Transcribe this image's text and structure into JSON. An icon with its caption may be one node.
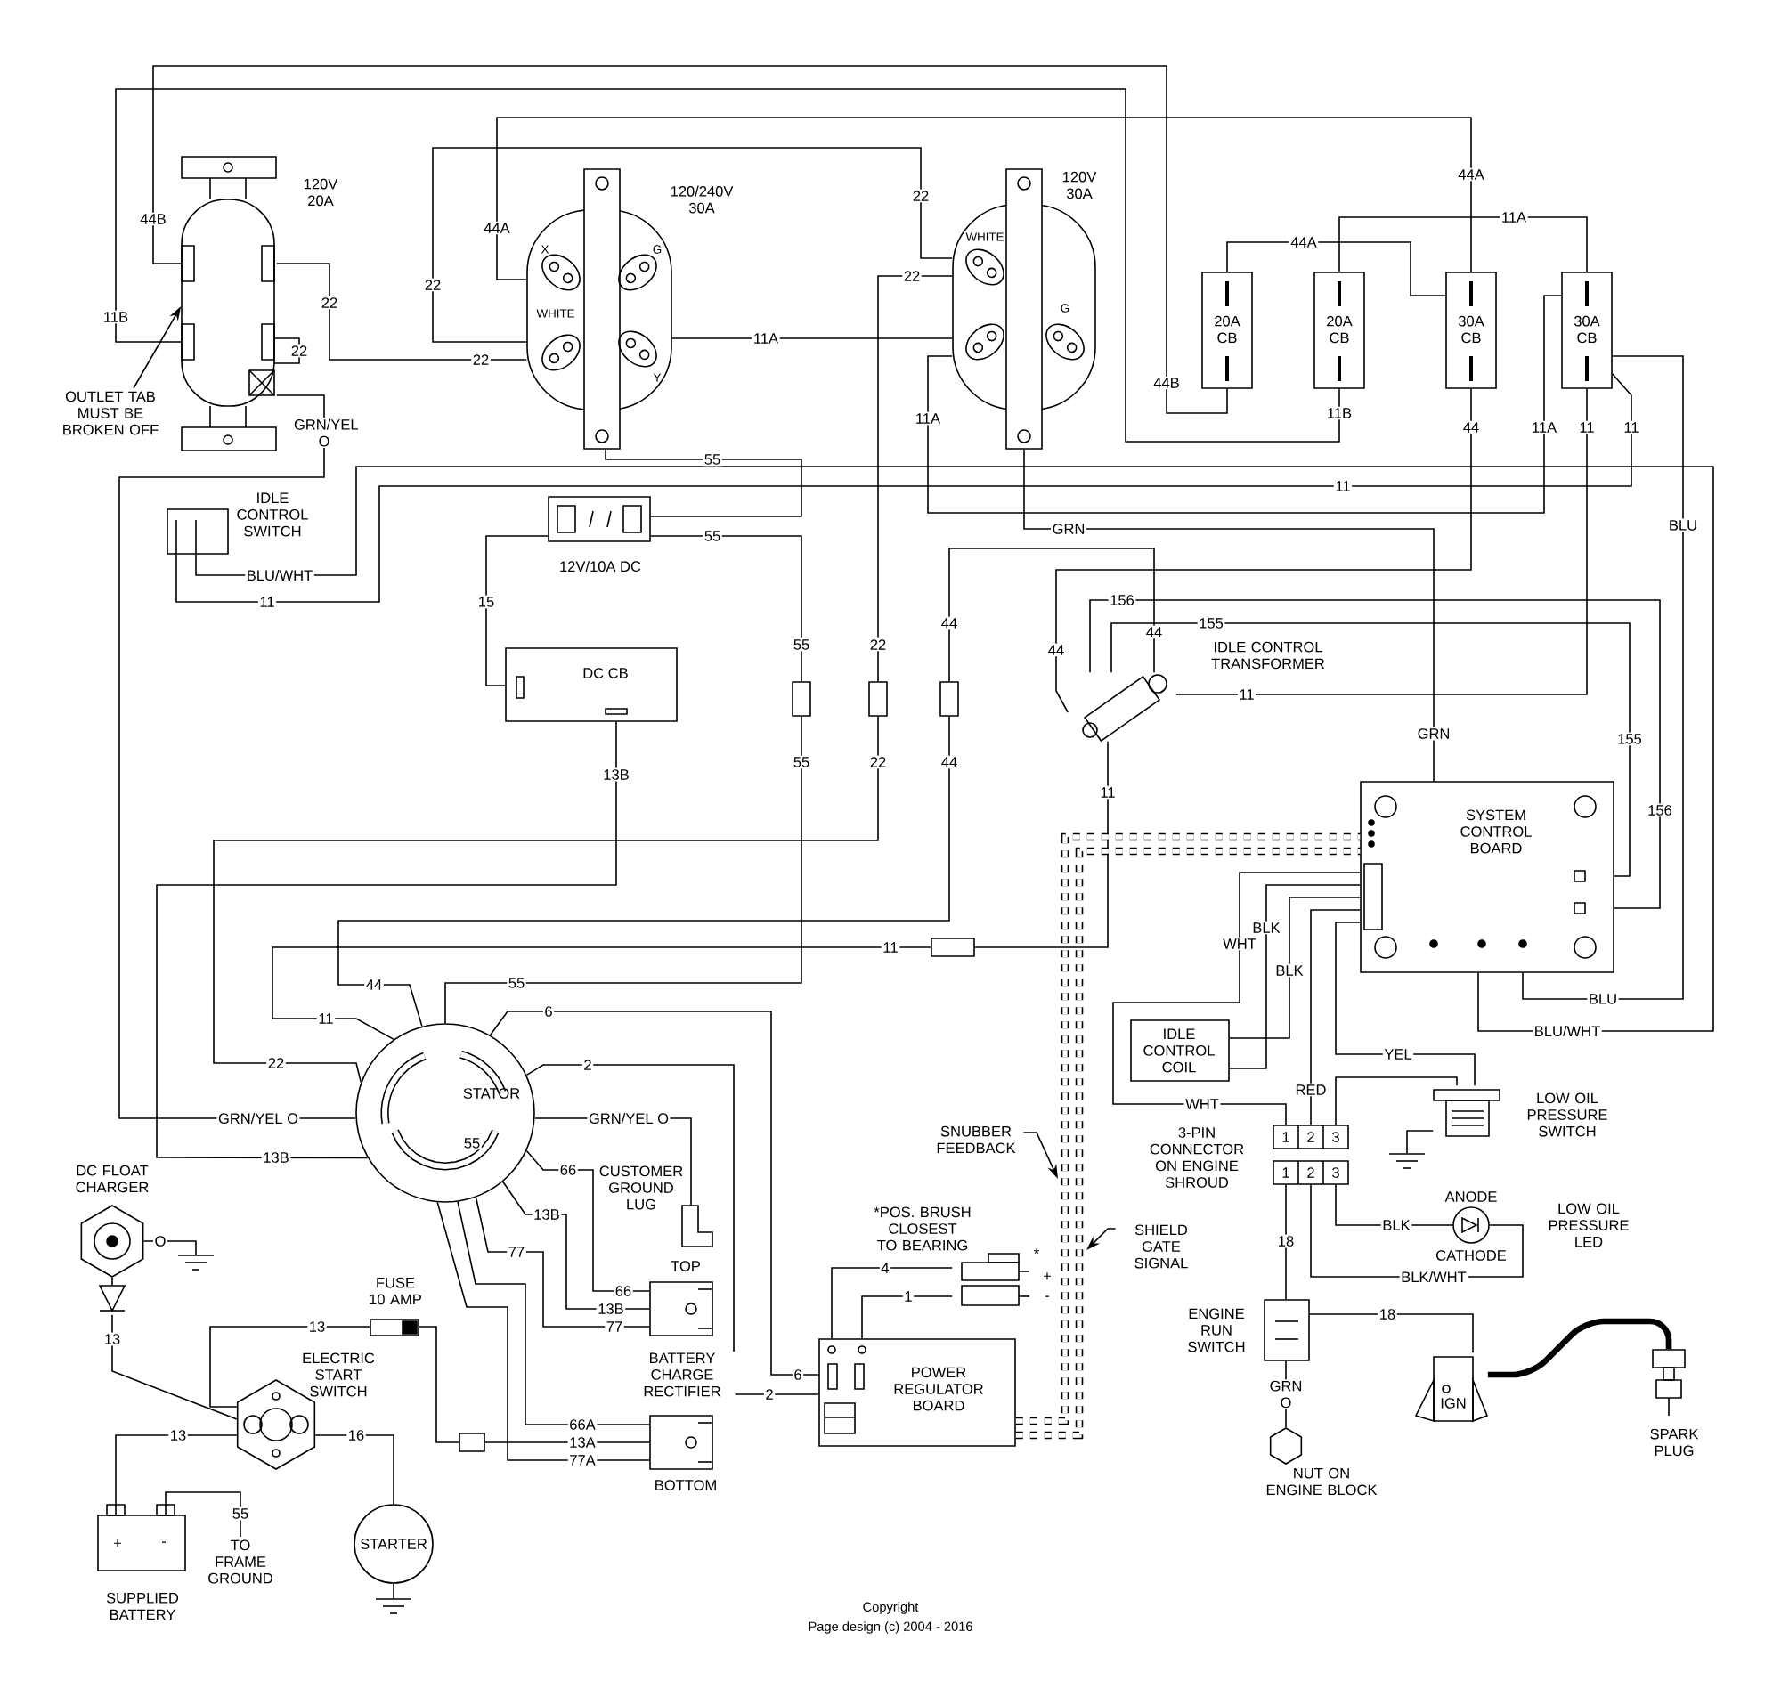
{
  "diagram": {
    "nodes": [
      {
        "text": [
          "120V 20A"
        ]
      },
      {
        "text": [
          "120/240V 30A",
          "X",
          "G",
          "WHITE",
          "Y"
        ]
      },
      {
        "text": [
          "120V 30A",
          "WHITE",
          "G"
        ]
      },
      {
        "text": [
          "20A CB"
        ]
      },
      {
        "text": [
          "20A CB"
        ]
      },
      {
        "text": [
          "30A CB"
        ]
      },
      {
        "text": [
          "30A CB"
        ]
      },
      {
        "text": [
          "IDLE CONTROL SWITCH"
        ]
      },
      {
        "text": [
          "12V/10A DC"
        ]
      },
      {
        "text": [
          "DC CB"
        ]
      },
      {
        "text": [],
        "shape": "box"
      },
      {
        "text": [],
        "shape": "box"
      },
      {
        "text": [],
        "shape": "box"
      },
      {
        "text": [
          "IDLE CONTROL TRANSFORMER"
        ]
      },
      {
        "text": [
          "SYSTEM CONTROL BOARD"
        ]
      },
      {
        "text": [],
        "shape": "box"
      },
      {
        "text": [
          "STATOR"
        ]
      },
      {
        "text": [
          "CUSTOMER GROUND LUG"
        ]
      },
      {
        "text": [
          "IDLE CONTROL COIL"
        ]
      },
      {
        "text": [
          "1",
          "2",
          "3"
        ]
      },
      {
        "text": [
          "1",
          "2",
          "3"
        ]
      },
      {
        "text": [
          "LOW OIL PRESSURE SWITCH"
        ]
      },
      {
        "text": [
          "ANODE",
          "CATHODE",
          "LOW OIL PRESSURE LED"
        ]
      },
      {
        "text": [
          "DC FLOAT CHARGER"
        ]
      },
      {
        "text": [
          "FUSE 10 AMP"
        ]
      },
      {
        "text": [],
        "shape": "box"
      },
      {
        "text": [
          "TOP"
        ]
      },
      {
        "text": [
          "BOTTOM"
        ]
      },
      {
        "text": [
          "ELECTRIC START SWITCH"
        ]
      },
      {
        "text": [
          "+",
          "-",
          "SUPPLIED BATTERY"
        ]
      },
      {
        "text": [
          "STARTER"
        ]
      },
      {
        "text": [
          "*POS. BRUSH CLOSEST TO BEARING",
          "*",
          "+",
          "-"
        ]
      },
      {
        "text": [
          "POWER REGULATOR BOARD"
        ]
      },
      {
        "text": [
          "ENGINE RUN SWITCH"
        ]
      },
      {
        "text": [
          "NUT ON ENGINE BLOCK"
        ]
      },
      {
        "text": [
          "IGN"
        ]
      },
      {
        "text": [
          "SPARK PLUG"
        ]
      },
      {
        "text": [],
        "shape": "ground"
      },
      {
        "text": [],
        "shape": "ground"
      },
      {
        "text": [],
        "shape": "ground"
      },
      {
        "text": [
          "TO FRAME GROUND"
        ]
      },
      {
        "text": [],
        "shape": "diode"
      },
      {
        "text": [
          "SNUBBER FEEDBACK"
        ]
      },
      {
        "text": [
          "SHIELD GATE SIGNAL"
        ]
      },
      {
        "text": [
          "OUTLET TAB MUST BE BROKEN OFF"
        ]
      }
    ],
    "edges": [
      {
        "from": 0,
        "to": 3,
        "arrow": "none",
        "label": "44B"
      },
      {
        "from": 0,
        "to": 4,
        "arrow": "none",
        "label": "11B"
      },
      {
        "from": 0,
        "to": 1,
        "arrow": "none",
        "label": "22"
      },
      {
        "from": 1,
        "to": 2,
        "arrow": "none",
        "label": "22"
      },
      {
        "from": 1,
        "to": 5,
        "arrow": "none",
        "label": "44A"
      },
      {
        "from": 1,
        "to": 2,
        "arrow": "none",
        "label": "11A"
      },
      {
        "from": 2,
        "to": 11,
        "arrow": "none",
        "label": "22"
      },
      {
        "from": 2,
        "to": 6,
        "arrow": "none",
        "label": "11A"
      },
      {
        "from": 4,
        "to": 6,
        "arrow": "none",
        "label": "11A"
      },
      {
        "from": 3,
        "to": 5,
        "arrow": "none",
        "label": "44A"
      },
      {
        "from": 5,
        "to": 13,
        "arrow": "none",
        "label": "44"
      },
      {
        "from": 6,
        "to": 13,
        "arrow": "none",
        "label": "11"
      },
      {
        "from": 6,
        "to": 7,
        "arrow": "none",
        "label": "11"
      },
      {
        "from": 7,
        "to": 14,
        "arrow": "none",
        "label": "BLU/WHT"
      },
      {
        "from": 6,
        "to": 14,
        "arrow": "none",
        "label": "BLU"
      },
      {
        "from": 0,
        "to": 16,
        "arrow": "none",
        "label": "GRN/YEL O"
      },
      {
        "from": 1,
        "to": 8,
        "arrow": "none",
        "label": "55"
      },
      {
        "from": 8,
        "to": 10,
        "arrow": "none",
        "label": "55"
      },
      {
        "from": 8,
        "to": 9,
        "arrow": "none",
        "label": "15"
      },
      {
        "from": 9,
        "to": 16,
        "arrow": "none",
        "label": "13B"
      },
      {
        "from": 2,
        "to": 14,
        "arrow": "none",
        "label": "GRN"
      },
      {
        "from": 13,
        "to": 14,
        "arrow": "none",
        "label": "156"
      },
      {
        "from": 13,
        "to": 14,
        "arrow": "none",
        "label": "155"
      },
      {
        "from": 12,
        "to": 13,
        "arrow": "none",
        "label": "44"
      },
      {
        "from": 13,
        "to": 15,
        "arrow": "none",
        "label": "11"
      },
      {
        "from": 15,
        "to": 16,
        "arrow": "none",
        "label": "11"
      },
      {
        "from": 10,
        "to": 16,
        "arrow": "none",
        "label": "55"
      },
      {
        "from": 11,
        "to": 16,
        "arrow": "none",
        "label": "22"
      },
      {
        "from": 12,
        "to": 16,
        "arrow": "none",
        "label": "44"
      },
      {
        "from": 16,
        "to": 32,
        "arrow": "none",
        "label": "6"
      },
      {
        "from": 16,
        "to": 32,
        "arrow": "none",
        "label": "2"
      },
      {
        "from": 16,
        "to": 17,
        "arrow": "none",
        "label": "GRN/YEL O"
      },
      {
        "from": 16,
        "to": 26,
        "arrow": "none",
        "label": "66"
      },
      {
        "from": 16,
        "to": 26,
        "arrow": "none",
        "label": "13B"
      },
      {
        "from": 16,
        "to": 26,
        "arrow": "none",
        "label": "77"
      },
      {
        "from": 16,
        "to": 27,
        "arrow": "none",
        "label": "66A"
      },
      {
        "from": 25,
        "to": 27,
        "arrow": "none",
        "label": "13A"
      },
      {
        "from": 16,
        "to": 27,
        "arrow": "none",
        "label": "77A"
      },
      {
        "from": 24,
        "to": 28,
        "arrow": "none",
        "label": "13"
      },
      {
        "from": 24,
        "to": 25,
        "arrow": "none"
      },
      {
        "from": 23,
        "to": 41,
        "arrow": "none"
      },
      {
        "from": 41,
        "to": 28,
        "arrow": "none",
        "label": "13"
      },
      {
        "from": 29,
        "to": 28,
        "arrow": "none",
        "label": "13"
      },
      {
        "from": 29,
        "to": 40,
        "arrow": "none",
        "label": "55"
      },
      {
        "from": 28,
        "to": 30,
        "arrow": "none",
        "label": "16"
      },
      {
        "from": 30,
        "to": 38,
        "arrow": "none"
      },
      {
        "from": 23,
        "to": 37,
        "arrow": "none",
        "label": "O"
      },
      {
        "from": 31,
        "to": 32,
        "arrow": "none",
        "label": "4"
      },
      {
        "from": 31,
        "to": 32,
        "arrow": "none",
        "label": "1"
      },
      {
        "from": 32,
        "to": 14,
        "arrow": "none",
        "style": "dashed"
      },
      {
        "from": 32,
        "to": 14,
        "arrow": "none",
        "style": "dashed"
      },
      {
        "from": 42,
        "to": null,
        "arrow": "to"
      },
      {
        "from": 43,
        "to": null,
        "arrow": "to"
      },
      {
        "from": 44,
        "to": 0,
        "arrow": "to"
      },
      {
        "from": 14,
        "to": 19,
        "arrow": "none",
        "label": "WHT"
      },
      {
        "from": 14,
        "to": 18,
        "arrow": "none",
        "label": "BLK"
      },
      {
        "from": 14,
        "to": 18,
        "arrow": "none",
        "label": "BLK"
      },
      {
        "from": 14,
        "to": 19,
        "arrow": "none",
        "label": "RED"
      },
      {
        "from": 14,
        "to": 21,
        "arrow": "none",
        "label": "YEL"
      },
      {
        "from": 19,
        "to": 21,
        "arrow": "none"
      },
      {
        "from": 20,
        "to": 33,
        "arrow": "none",
        "label": "18"
      },
      {
        "from": 20,
        "to": 22,
        "arrow": "none",
        "label": "BLK/WHT"
      },
      {
        "from": 20,
        "to": 22,
        "arrow": "none",
        "label": "BLK"
      },
      {
        "from": 33,
        "to": 34,
        "arrow": "none",
        "label": "GRN O"
      },
      {
        "from": 33,
        "to": 35,
        "arrow": "none",
        "label": "18"
      },
      {
        "from": 35,
        "to": 36,
        "arrow": "none",
        "style": "thick"
      },
      {
        "from": 21,
        "to": 39,
        "arrow": "none"
      }
    ],
    "labels": [
      "44B",
      "11B",
      "22",
      "22",
      "44A",
      "22",
      "11A",
      "44",
      "11",
      "11",
      "BLU/WHT",
      "BLU",
      "GRN/YEL O",
      "55",
      "13B",
      "GRN",
      "156",
      "155",
      "44",
      "11",
      "55",
      "22",
      "44",
      "6",
      "2",
      "66",
      "13B",
      "77",
      "WHT",
      "22",
      "55",
      "11",
      "BATTERY CHARGE RECTIFIER",
      "3-PIN CONNECTOR ON ENGINE SHROUD",
      "Copyright",
      "Page design (c) 2004 - 2016"
    ]
  }
}
